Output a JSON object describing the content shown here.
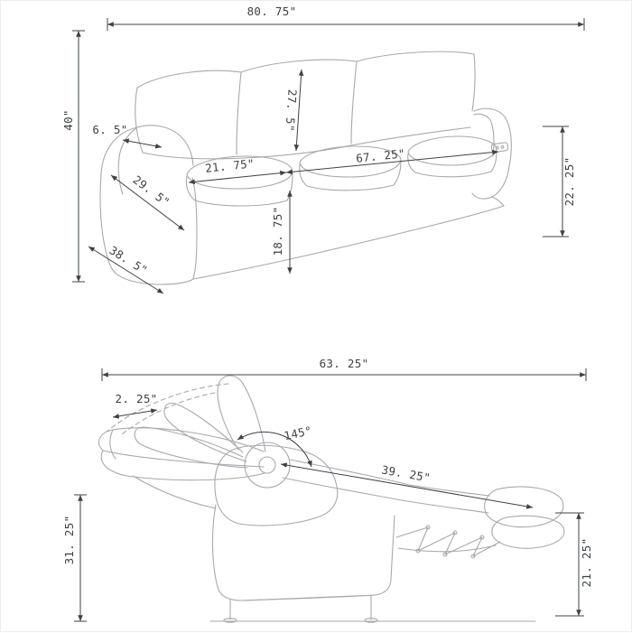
{
  "sheet": {
    "background_color": "#ffffff",
    "furniture_line_color": "#a6a9ad",
    "dimension_line_color": "#3e4145"
  },
  "sofa_view": {
    "labels": {
      "overall_width": "80. 75\"",
      "overall_height": "40\"",
      "seat_back_height": "27. 5\"",
      "arm_top_width": "6. 5\"",
      "seat_cushion_depth": "21. 75\"",
      "interior_seat_width": "67. 25\"",
      "arm_front_height": "29. 5\"",
      "floor_to_seat_height": "18. 75\"",
      "overall_depth": "38. 5\"",
      "arm_side_height": "22. 25\""
    }
  },
  "recliner_view": {
    "labels": {
      "reclined_length": "63. 25\"",
      "wall_clearance": "2. 25\"",
      "recline_angle": "145°",
      "reclined_seat_length": "39. 25\"",
      "reclined_height": "31. 25\"",
      "footrest_floor_height": "21. 25\""
    }
  }
}
